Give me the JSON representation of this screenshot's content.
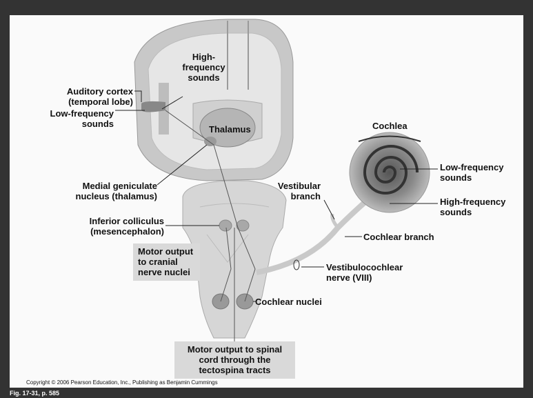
{
  "labels": {
    "high_freq_cortex": "High-\nfrequency\nsounds",
    "auditory_cortex": "Auditory cortex\n(temporal lobe)",
    "low_freq_cortex": "Low-frequency\nsounds",
    "thalamus": "Thalamus",
    "medial_geniculate": "Medial geniculate\nnucleus (thalamus)",
    "inferior_colliculus": "Inferior colliculus\n(mesencephalon)",
    "motor_cranial": "Motor output\nto cranial\nnerve nuclei",
    "motor_spinal": "Motor output to spinal\ncord through the\ntectospina tracts",
    "cochlea": "Cochlea",
    "low_freq_cochlea": "Low-frequency\nsounds",
    "high_freq_cochlea": "High-frequency\nsounds",
    "vestibular_branch": "Vestibular\nbranch",
    "cochlear_branch": "Cochlear branch",
    "vestibulocochlear": "Vestibulocochlear\nnerve (VIII)",
    "cochlear_nuclei": "Cochlear nuclei"
  },
  "footer": {
    "copyright": "Copyright © 2006 Pearson Education, Inc., Publishing as Benjamin Cummings",
    "figure_ref": "Fig. 17-31, p. 585"
  }
}
